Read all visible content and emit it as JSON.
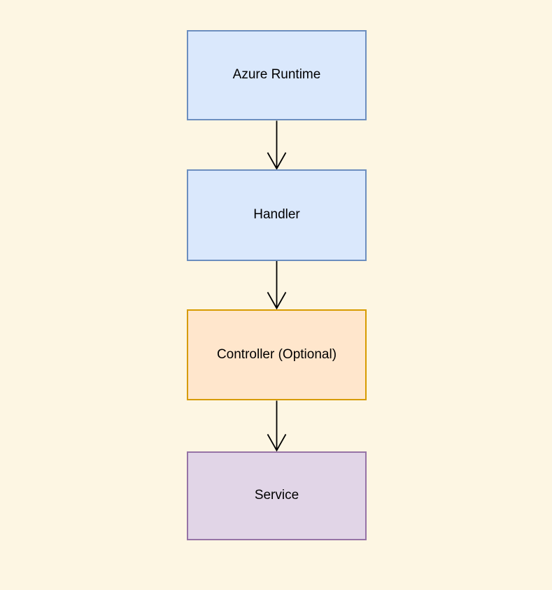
{
  "background_color": "#FDF6E3",
  "edge_color": "#000000",
  "nodes": [
    {
      "id": "azure-runtime",
      "label": "Azure Runtime",
      "fill": "#DAE8FC",
      "stroke": "#6C8EBF"
    },
    {
      "id": "handler",
      "label": "Handler",
      "fill": "#DAE8FC",
      "stroke": "#6C8EBF"
    },
    {
      "id": "controller",
      "label": "Controller (Optional)",
      "fill": "#FFE6CC",
      "stroke": "#D79B00"
    },
    {
      "id": "service",
      "label": "Service",
      "fill": "#E1D5E7",
      "stroke": "#9673A6"
    }
  ],
  "edges": [
    {
      "from": "Azure Runtime",
      "to": "Handler",
      "arrow": "open-v"
    },
    {
      "from": "Handler",
      "to": "Controller (Optional)",
      "arrow": "open-v"
    },
    {
      "from": "Controller (Optional)",
      "to": "Service",
      "arrow": "open-v"
    }
  ]
}
